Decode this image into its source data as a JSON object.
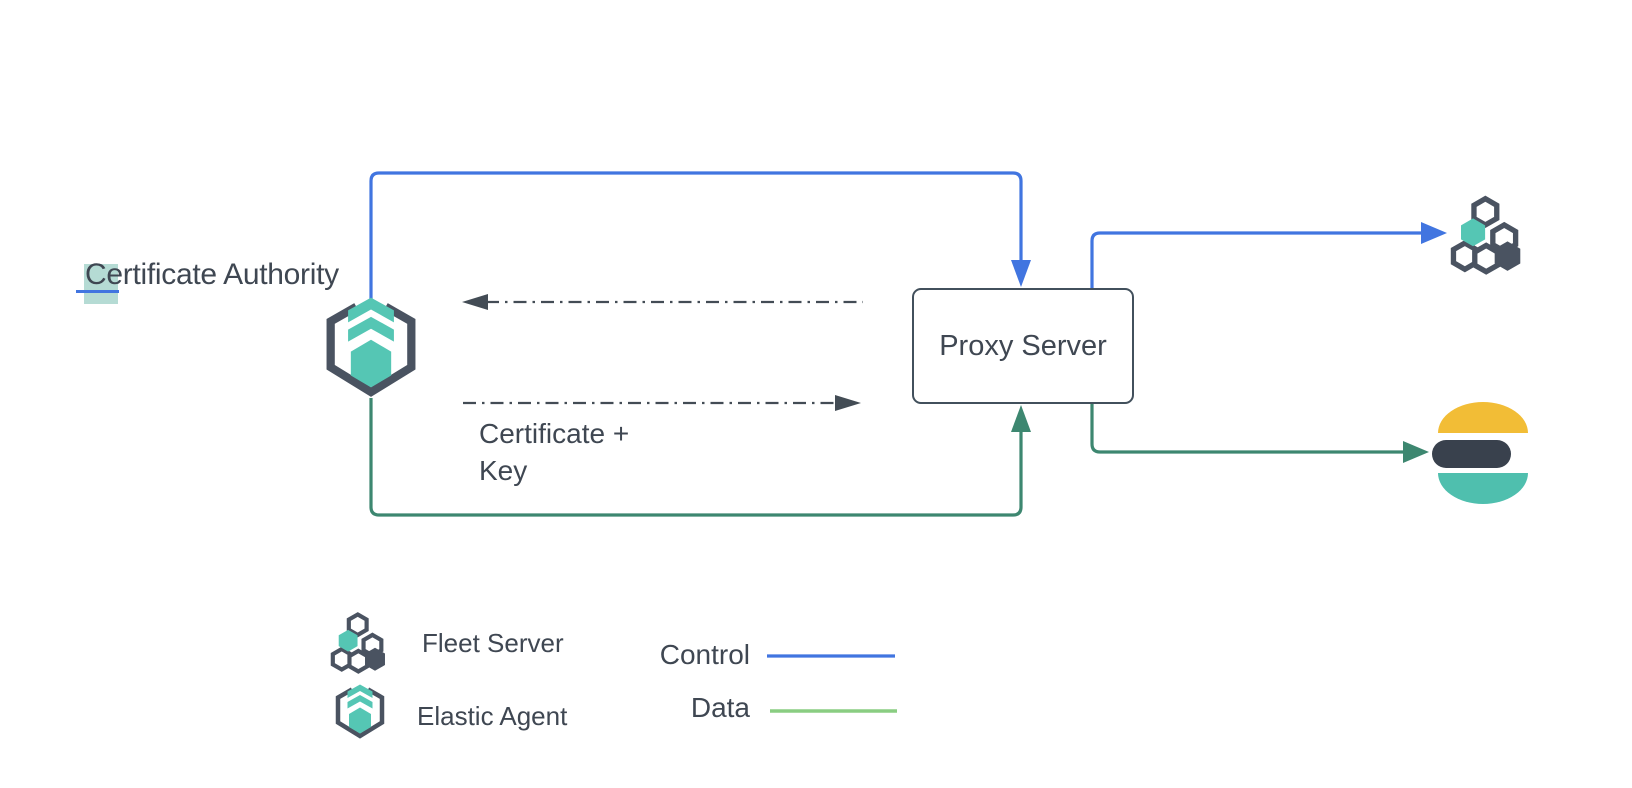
{
  "diagram": {
    "nodes": {
      "certificate_authority": {
        "label_selected_char": "C",
        "label_rest": "ertificate Authority"
      },
      "proxy_server": {
        "label": "Proxy Server"
      }
    },
    "annotations": {
      "cert_key_line1": "Certificate +",
      "cert_key_line2": "Key"
    },
    "legend": {
      "fleet_server_label": "Fleet Server",
      "elastic_agent_label": "Elastic Agent",
      "control_label": "Control",
      "data_label": "Data"
    },
    "icons": {
      "elastic_agent": "elastic-agent-icon",
      "fleet_server": "fleet-server-icon",
      "elasticsearch": "elasticsearch-icon"
    },
    "colors": {
      "control_blue": "#4175e0",
      "data_green": "#3d8770",
      "legend_data_green": "#8acd82",
      "dashed_request_gray": "#434c55",
      "teal": "#55c6b4",
      "slate": "#4a5361",
      "elasticsearch_dark": "#39414d",
      "elasticsearch_yellow": "#f2bd36",
      "text": "#3f4752",
      "selection_highlight": "#a8d5cd"
    }
  }
}
